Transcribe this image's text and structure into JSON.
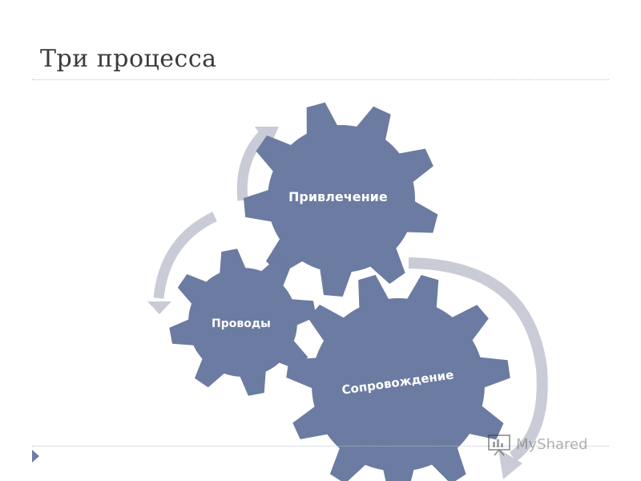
{
  "slide": {
    "title": "Три процесса"
  },
  "diagram": {
    "gears": [
      {
        "name": "gear-privlechenie",
        "label": "Привлечение"
      },
      {
        "name": "gear-provody",
        "label": "Проводы"
      },
      {
        "name": "gear-soprovozhdenie",
        "label": "Сопровождение"
      }
    ],
    "colors": {
      "gear": "#6b7ba1",
      "arrow": "#c9ccd6",
      "text": "#ffffff"
    }
  },
  "watermark": {
    "text": "MyShared"
  },
  "icons": {
    "nav": "play-triangle-icon",
    "watermark": "projector-icon"
  }
}
